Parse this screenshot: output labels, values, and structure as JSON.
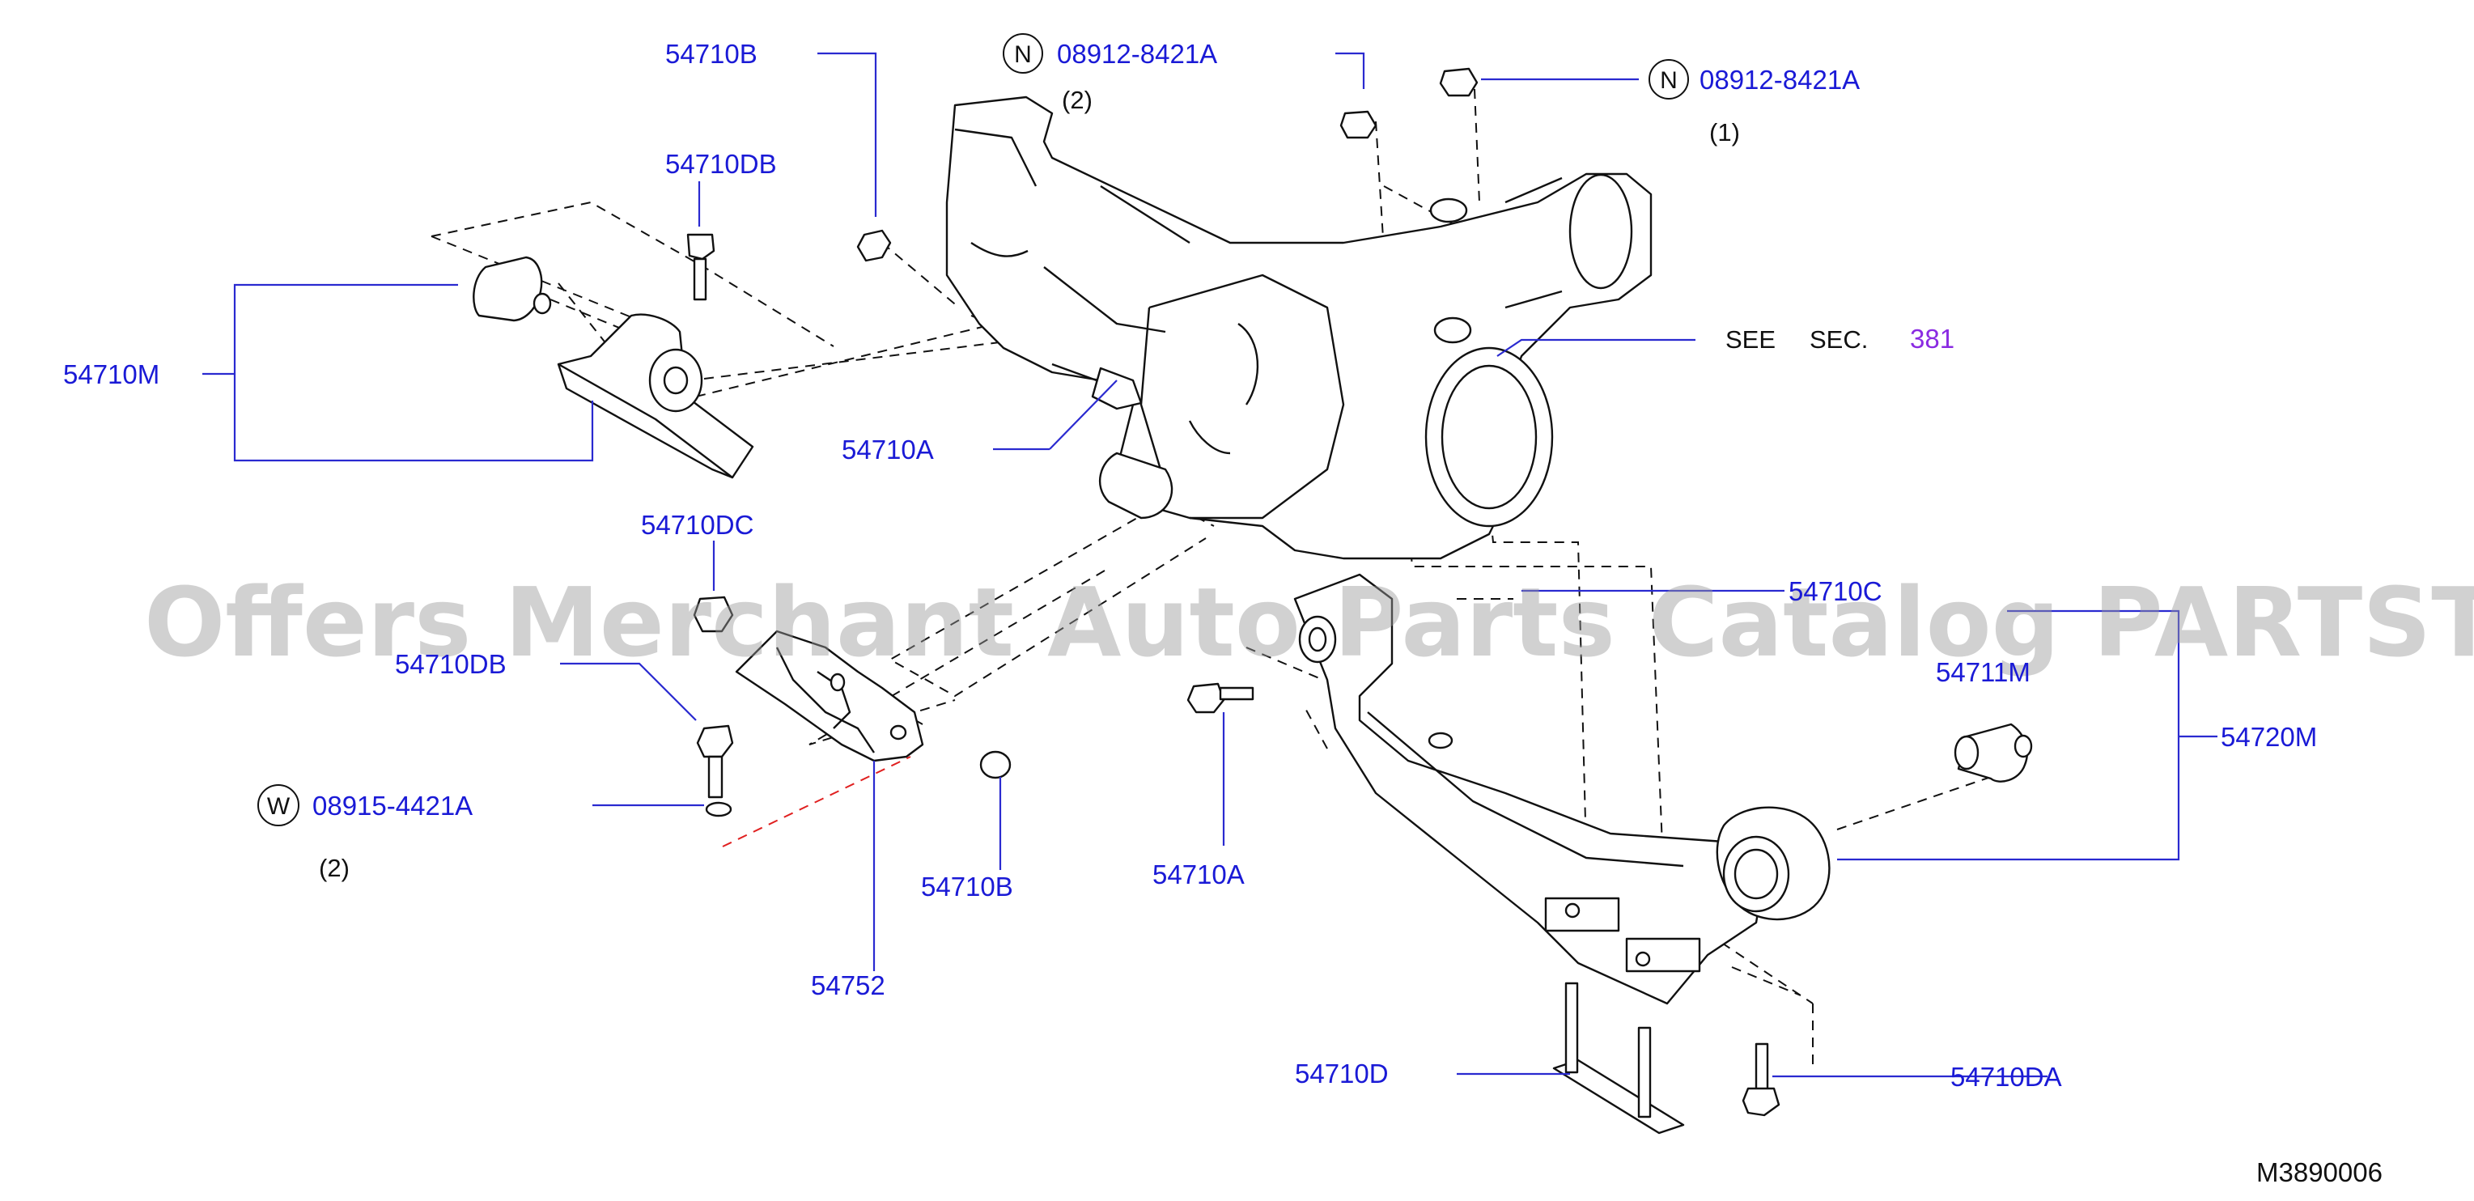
{
  "labels": {
    "p54710B_top": "54710B",
    "p54710DB_top": "54710DB",
    "p54710M": "54710M",
    "p54710A_upper": "54710A",
    "p54710DC": "54710DC",
    "p54710DB_lower": "54710DB",
    "p08915": "08915-4421A",
    "qty_w": "(2)",
    "p54710B_lower": "54710B",
    "p54752": "54752",
    "p54710A_lower": "54710A",
    "p08912_left": "08912-8421A",
    "qty_n_left": "(2)",
    "p08912_right": "08912-8421A",
    "qty_n_right": "(1)",
    "see": "SEE",
    "sec": "SEC.",
    "sec_num": "381",
    "p54710C": "54710C",
    "p54711M": "54711M",
    "p54720M": "54720M",
    "p54710D": "54710D",
    "p54710DA": "54710DA"
  },
  "symbols": {
    "n_left": "N",
    "n_right": "N",
    "w": "W"
  },
  "diagram_code": "M3890006",
  "watermark": "Offers Merchant Auto Parts Catalog PARTSTORE.SA",
  "colors": {
    "label_blue": "#1a1ad6",
    "link_purple": "#8a2be2",
    "leader_blue": "#2a2ad0",
    "red_dash": "#e02020",
    "watermark_gray": "#9a9a9a"
  }
}
